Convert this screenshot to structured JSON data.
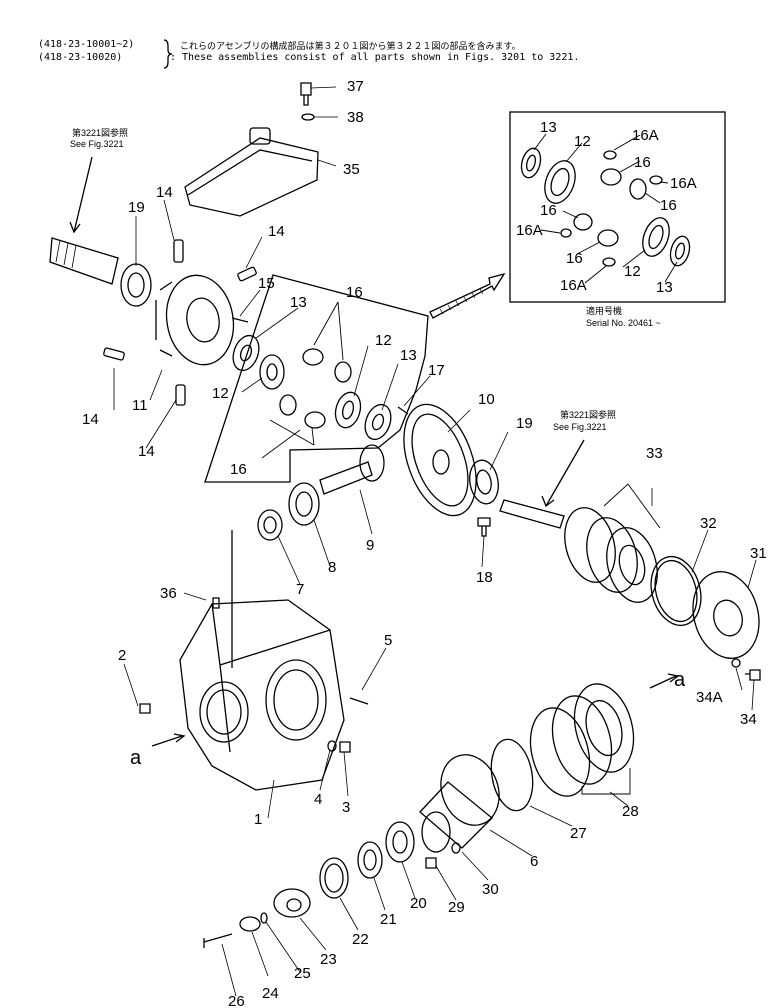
{
  "header": {
    "serial_range_1": "(418-23-10001~2)",
    "serial_range_2": "(418-23-10020)",
    "note_jp": "これらのアセンブリの構成部品は第３２０１図から第３２２１図の部品を含みます。",
    "note_en": ": These assemblies consist of all parts shown in Figs. 3201 to 3221."
  },
  "refs": {
    "left_jp": "第3221図参照",
    "left_en": "See Fig.3221",
    "mid_jp": "第3221図参照",
    "mid_en": "See Fig.3221"
  },
  "inset": {
    "serial_jp": "適用号機",
    "serial_en": "Serial No. 20461 ~"
  },
  "callouts": {
    "n1": "1",
    "n2": "2",
    "n3": "3",
    "n4": "4",
    "n5": "5",
    "n6": "6",
    "n7": "7",
    "n8": "8",
    "n9": "9",
    "n10": "10",
    "n11": "11",
    "n12a": "12",
    "n12b": "12",
    "n13a": "13",
    "n13b": "13",
    "n14a": "14",
    "n14b": "14",
    "n14c": "14",
    "n14d": "14",
    "n15": "15",
    "n16a": "16",
    "n16b": "16",
    "n17": "17",
    "n18": "18",
    "n19a": "19",
    "n19b": "19",
    "n20": "20",
    "n21": "21",
    "n22": "22",
    "n23": "23",
    "n24": "24",
    "n25": "25",
    "n26": "26",
    "n27": "27",
    "n28": "28",
    "n29": "29",
    "n30": "30",
    "n31": "31",
    "n32": "32",
    "n33": "33",
    "n34": "34",
    "n34a": "34A",
    "n35": "35",
    "n36": "36",
    "n37": "37",
    "n38": "38",
    "i13a": "13",
    "i12a": "12",
    "i16Aa": "16A",
    "i16a": "16",
    "i16Ab": "16A",
    "i16b": "16",
    "i16c": "16",
    "i16Ac": "16A",
    "i16d": "16",
    "i12b": "12",
    "i16Ad": "16A",
    "i13b": "13",
    "view_a1": "a",
    "view_a2": "a"
  }
}
